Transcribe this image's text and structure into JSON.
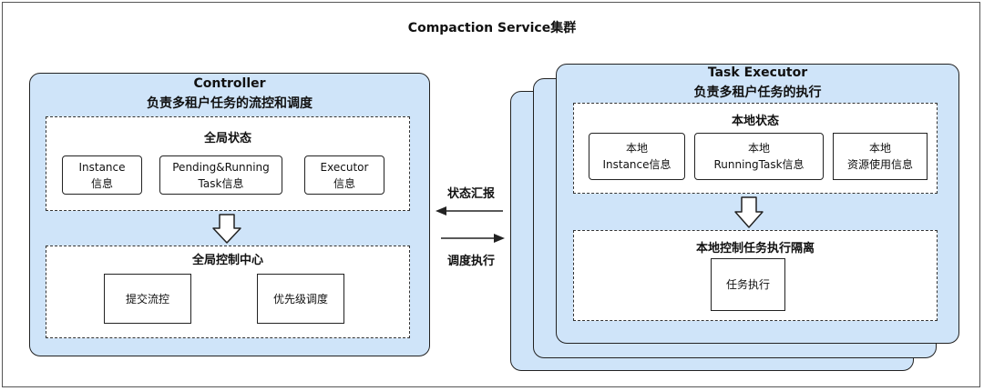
{
  "title": "Compaction Service集群",
  "controller": {
    "name": "Controller",
    "desc": "负责多租户任务的流控和调度",
    "global_state": {
      "title": "全局状态",
      "items": [
        {
          "line1": "Instance",
          "line2": "信息"
        },
        {
          "line1": "Pending&Running",
          "line2": "Task信息"
        },
        {
          "line1": "Executor",
          "line2": "信息"
        }
      ]
    },
    "global_control": {
      "title": "全局控制中心",
      "items": [
        "提交流控",
        "优先级调度"
      ]
    }
  },
  "arrows": {
    "report": "状态汇报",
    "dispatch": "调度执行"
  },
  "executor": {
    "name": "Task Executor",
    "desc": "负责多租户任务的执行",
    "local_state": {
      "title": "本地状态",
      "items": [
        {
          "line1": "本地",
          "line2": "Instance信息"
        },
        {
          "line1": "本地",
          "line2": "RunningTask信息"
        },
        {
          "line1": "本地",
          "line2": "资源使用信息"
        }
      ]
    },
    "local_control": {
      "title": "本地控制任务执行隔离",
      "items": [
        "任务执行"
      ]
    }
  }
}
